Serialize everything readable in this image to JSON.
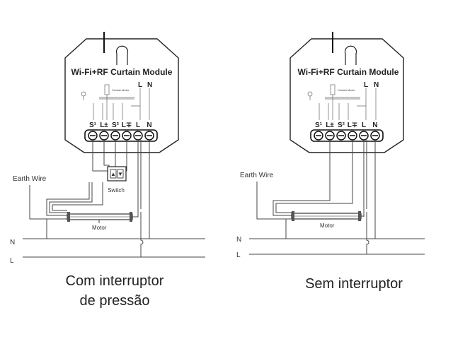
{
  "diagrams": [
    {
      "module_title": "Wi-Fi+RF Curtain Module",
      "top_L": "L",
      "top_N": "N",
      "inner_motor_label": "Curtain Motor",
      "terminals": [
        "S¹",
        "L±",
        "S²",
        "L∓",
        "L",
        "N"
      ],
      "earth_wire": "Earth Wire",
      "switch_label": "Switch",
      "switch_keys": [
        "▲",
        "▼"
      ],
      "motor_label": "Motor",
      "line_N": "N",
      "line_L": "L",
      "caption_line1": "Com interruptor",
      "caption_line2": "de pressão"
    },
    {
      "module_title": "Wi-Fi+RF Curtain Module",
      "top_L": "L",
      "top_N": "N",
      "inner_motor_label": "Curtain Motor",
      "terminals": [
        "S¹",
        "L±",
        "S²",
        "L∓",
        "L",
        "N"
      ],
      "earth_wire": "Earth Wire",
      "motor_label": "Motor",
      "line_N": "N",
      "line_L": "L",
      "caption_line1": "Sem interruptor"
    }
  ]
}
